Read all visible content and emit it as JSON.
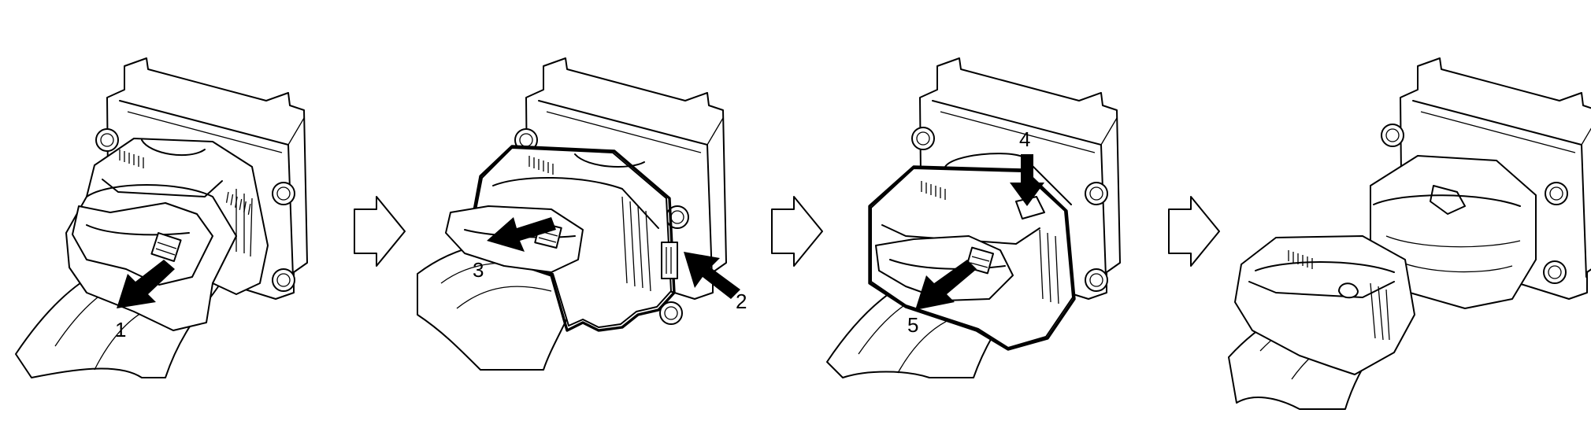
{
  "labels": {
    "step1": "1",
    "step2": "2",
    "step3": "3",
    "step4": "4",
    "step5": "5"
  },
  "panels": [
    {
      "id": "panel-1",
      "steps": [
        "1"
      ]
    },
    {
      "id": "panel-2",
      "steps": [
        "2",
        "3"
      ]
    },
    {
      "id": "panel-3",
      "steps": [
        "4",
        "5"
      ]
    },
    {
      "id": "panel-4",
      "steps": []
    }
  ],
  "icons": {
    "next_arrow": "hollow-right-arrow-icon",
    "action_arrow": "solid-push-arrow-icon"
  },
  "colors": {
    "ink": "#000000",
    "paper": "#ffffff"
  }
}
